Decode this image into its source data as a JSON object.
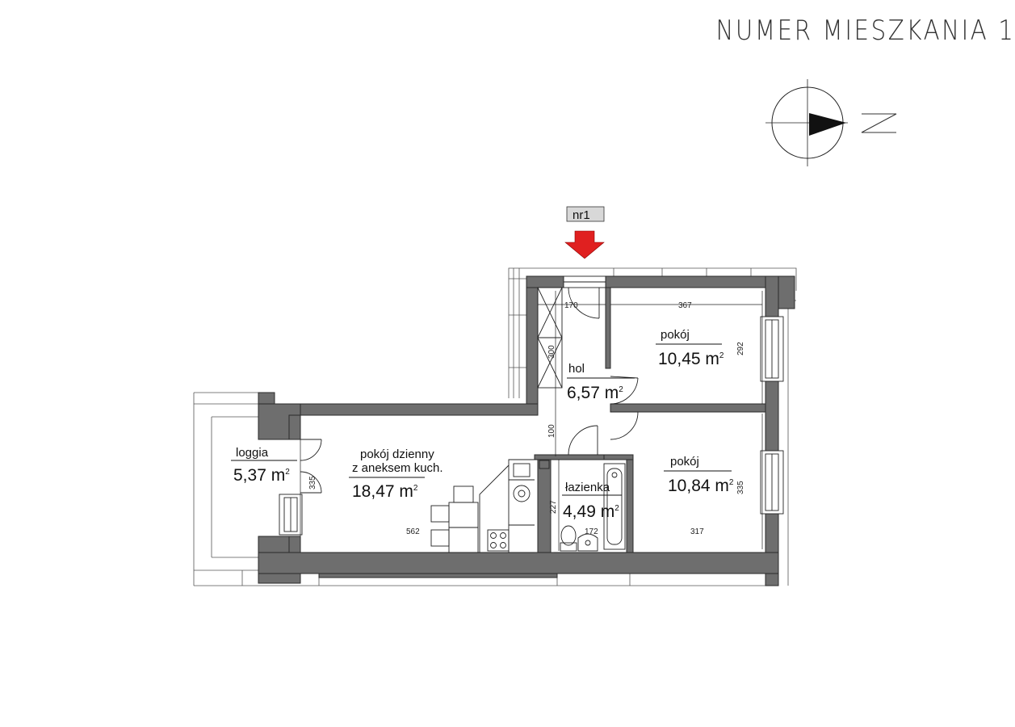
{
  "title": "NUMER MIESZKANIA 1",
  "entrance_tag": "nr1",
  "compass_label": "N",
  "area_unit": "m",
  "area_unit_power": "2",
  "rooms": [
    {
      "name": "hol",
      "area": "6,57"
    },
    {
      "name": "pokój",
      "area": "10,45"
    },
    {
      "name": "pokój",
      "area": "10,84"
    },
    {
      "name_line1": "pokój dzienny",
      "name_line2": "z aneksem kuch.",
      "area": "18,47"
    },
    {
      "name": "łazienka",
      "area": "4,49"
    },
    {
      "name": "loggia",
      "area": "5,37"
    }
  ],
  "dimensions": {
    "hall_width": "170",
    "bedroom1_width": "367",
    "bedroom1_depth": "292",
    "hall_length": "300",
    "hall_passage": "100",
    "living_width": "562",
    "loggia_door": "335",
    "bath_depth": "227",
    "bath_width": "172",
    "bedroom2_width": "317",
    "bedroom2_depth": "335"
  },
  "colors": {
    "wall": "#6e6e6e",
    "arrow": "#e02020",
    "tag_fill": "#d8d8d8",
    "line": "#222222"
  }
}
